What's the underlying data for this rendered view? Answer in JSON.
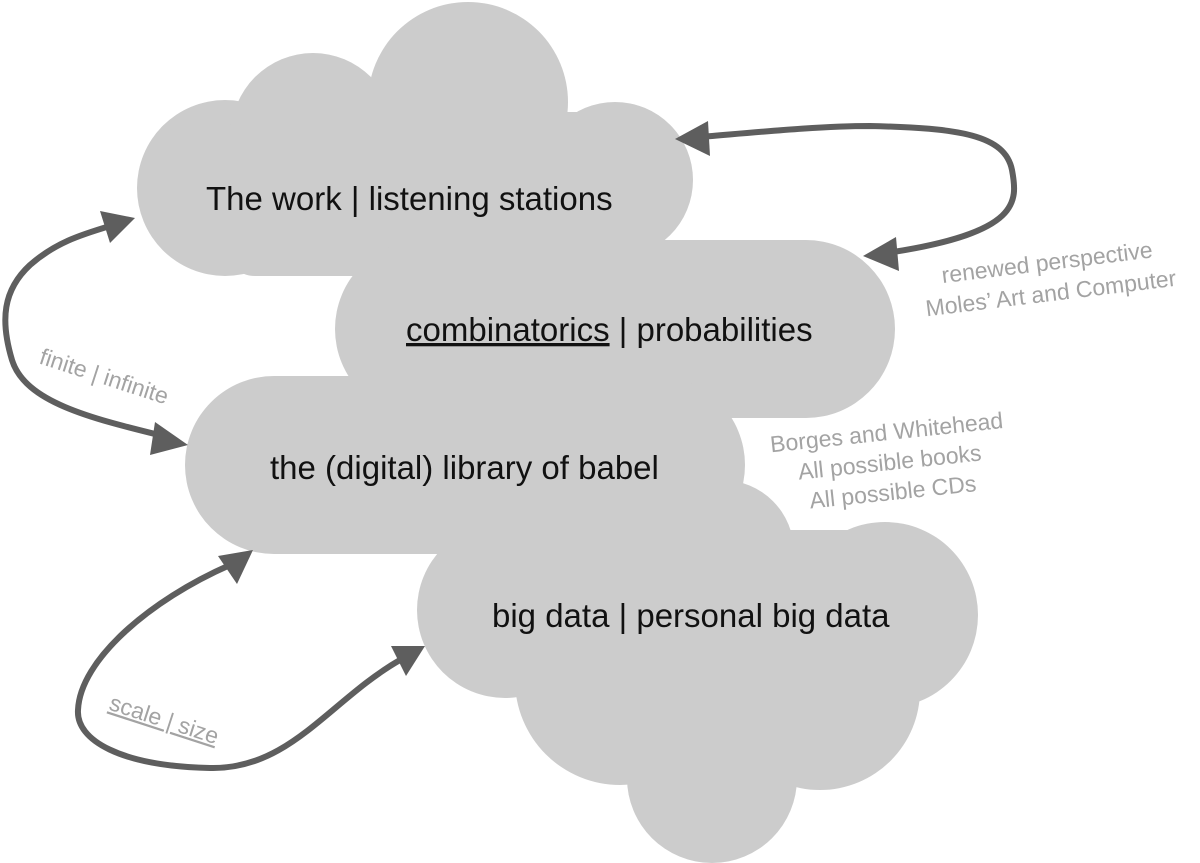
{
  "clouds": {
    "work": {
      "label": "The work | listening stations"
    },
    "combinatorics": {
      "label_underlined": "combinatorics",
      "label_rest": " | probabilities"
    },
    "library": {
      "label": "the (digital) library of babel"
    },
    "bigdata": {
      "label": "big data | personal big data"
    }
  },
  "annotations": {
    "renewed_1": "renewed perspective",
    "renewed_2": "Moles’ Art and Computer",
    "finite": "finite | infinite",
    "borges_1": "Borges and Whitehead",
    "borges_2": "All possible books",
    "borges_3": "All possible CDs",
    "scale": "scale | size"
  },
  "colors": {
    "cloud_fill": "#cccccc",
    "arrow": "#5e5e5e",
    "annotation_text": "#a3a3a3",
    "main_text": "#111111"
  }
}
